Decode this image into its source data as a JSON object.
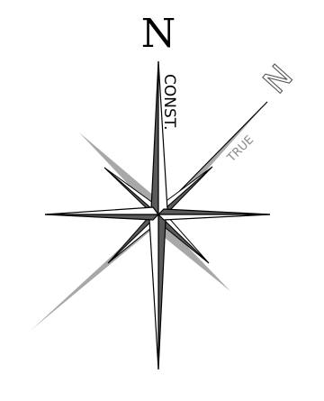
{
  "labels": {
    "north": "N",
    "constant_north": "CONST.",
    "true_label": "TRUE",
    "true_north": "N"
  },
  "colors": {
    "dark_fill": "#5a5a5a",
    "light_fill": "#a8a8a8",
    "medium_fill": "#7a7a7a",
    "outline": "#000000",
    "light_text": "#8a8a8a"
  }
}
